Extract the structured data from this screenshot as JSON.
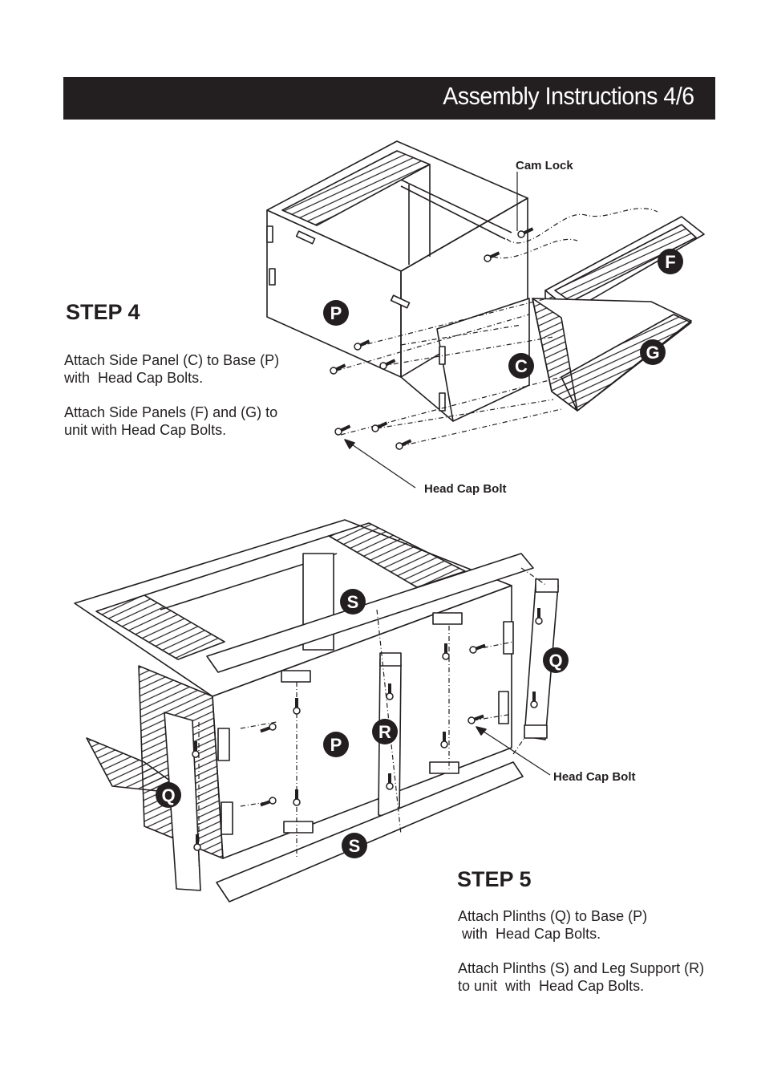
{
  "header": {
    "title": "Assembly Instructions 4/6"
  },
  "step4": {
    "heading": "STEP 4",
    "text1": "Attach Side Panel (C) to Base (P)\nwith  Head Cap Bolts.",
    "text2": "Attach Side Panels (F) and (G) to\nunit with Head Cap Bolts.",
    "callout_cam": "Cam Lock",
    "callout_bolt": "Head Cap Bolt",
    "parts": [
      "P",
      "C",
      "F",
      "G"
    ]
  },
  "step5": {
    "heading": "STEP 5",
    "text1": "Attach Plinths (Q) to Base (P)\n with  Head Cap Bolts.",
    "text2": "Attach Plinths (S) and Leg Support (R)\nto unit  with  Head Cap Bolts.",
    "callout_bolt": "Head Cap Bolt",
    "parts": [
      "S",
      "Q",
      "R",
      "P",
      "Q",
      "S"
    ]
  },
  "colors": {
    "ink": "#231f20",
    "paper": "#ffffff"
  }
}
